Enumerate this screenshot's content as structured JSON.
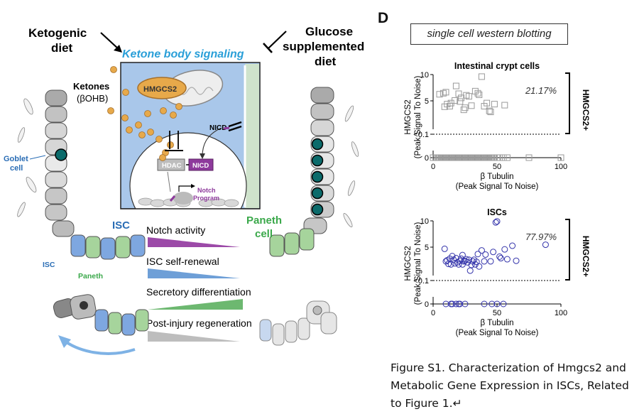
{
  "left": {
    "ketogenic": [
      "Ketogenic",
      "diet"
    ],
    "ketone_signaling": "Ketone body signaling",
    "glucose": [
      "Glucose",
      "supplemented",
      "diet"
    ],
    "ketones": [
      "Ketones",
      "(βOHB)"
    ],
    "hmgcs2": "HMGCS2",
    "nicd_cyto": "NICD",
    "hdac": "HDAC",
    "nicd_nuc": "NICD",
    "notch_program": [
      "Notch",
      "Program"
    ],
    "goblet": [
      "Goblet",
      "cell"
    ],
    "isc_big": "ISC",
    "isc_small": "ISC",
    "paneth_small": "Paneth",
    "paneth_big": [
      "Paneth",
      "cell"
    ],
    "gradients": [
      "Notch activity",
      "ISC self-renewal",
      "Secretory differentiation",
      "Post-injury regeneration"
    ],
    "colors": {
      "blue": "#2a9fd8",
      "purple": "#8e3a9c",
      "isc_blue": "#2a6db5",
      "green": "#3aa84a",
      "grey": "#aaaaaa"
    }
  },
  "panel_label": "D",
  "method_box": "single cell western blotting",
  "chart_data": [
    {
      "type": "scatter",
      "title": "Intestinal crypt cells",
      "xlabel": "β Tubulin (Peak Signal To Noise)",
      "ylabel": "HMGCS2 (Peak Signal To Noise)",
      "xlim": [
        0,
        100
      ],
      "xticks": [
        "0",
        "50",
        "100"
      ],
      "yticks": [
        "10",
        "5",
        "<0.1",
        "0"
      ],
      "annotation": "21.17%",
      "bracket_label": "HMGCS2+",
      "marker": "square",
      "color": "#9a9a9a",
      "points": [
        [
          5,
          6.2
        ],
        [
          8,
          6.4
        ],
        [
          9,
          3.8
        ],
        [
          13,
          3.9
        ],
        [
          14,
          4.5
        ],
        [
          11,
          4.3
        ],
        [
          18,
          7.8
        ],
        [
          20,
          6.3
        ],
        [
          22,
          5.5
        ],
        [
          24,
          3.2
        ],
        [
          26,
          6.0
        ],
        [
          28,
          5.8
        ],
        [
          30,
          4.0
        ],
        [
          33,
          6.8
        ],
        [
          36,
          6.1
        ],
        [
          38,
          9.6
        ],
        [
          40,
          3.9
        ],
        [
          42,
          4.5
        ],
        [
          44,
          3.0
        ],
        [
          45,
          2.8
        ],
        [
          48,
          4.3
        ],
        [
          56,
          4.1
        ],
        [
          35,
          6.4
        ],
        [
          17,
          5.0
        ],
        [
          21,
          4.8
        ],
        [
          10,
          6.6
        ],
        [
          25,
          3.6
        ]
      ],
      "zero_points": [
        0,
        2,
        3,
        4,
        5,
        6,
        7,
        8,
        9,
        10,
        11,
        12,
        13,
        14,
        15,
        16,
        17,
        18,
        19,
        20,
        21,
        22,
        23,
        24,
        25,
        26,
        27,
        28,
        29,
        30,
        31,
        32,
        33,
        34,
        35,
        36,
        37,
        38,
        39,
        40,
        41,
        42,
        43,
        44,
        45,
        46,
        47,
        48,
        50,
        52,
        55,
        58,
        75,
        100
      ]
    },
    {
      "type": "scatter",
      "title": "ISCs",
      "xlabel": "β Tubulin (Peak Signal To Noise)",
      "ylabel": "HMGCS2 (Peak Signal To Noise)",
      "xlim": [
        0,
        100
      ],
      "xticks": [
        "0",
        "50",
        "100"
      ],
      "yticks": [
        "10",
        "5",
        "<0.1",
        "0"
      ],
      "annotation": "77.97%",
      "bracket_label": "HMGCS2+",
      "marker": "circle",
      "color": "#3333aa",
      "points": [
        [
          9,
          4.6
        ],
        [
          10,
          2.2
        ],
        [
          11,
          2.4
        ],
        [
          12,
          1.7
        ],
        [
          13,
          2.7
        ],
        [
          14,
          1.6
        ],
        [
          15,
          3.2
        ],
        [
          16,
          2.5
        ],
        [
          17,
          1.8
        ],
        [
          18,
          2.8
        ],
        [
          19,
          2.0
        ],
        [
          20,
          1.6
        ],
        [
          21,
          2.3
        ],
        [
          22,
          2.7
        ],
        [
          23,
          1.6
        ],
        [
          24,
          2.2
        ],
        [
          25,
          2.3
        ],
        [
          26,
          2.6
        ],
        [
          27,
          2.0
        ],
        [
          28,
          2.5
        ],
        [
          30,
          1.5
        ],
        [
          31,
          2.2
        ],
        [
          32,
          2.5
        ],
        [
          33,
          1.6
        ],
        [
          35,
          3.6
        ],
        [
          36,
          1.2
        ],
        [
          38,
          4.3
        ],
        [
          40,
          2.2
        ],
        [
          41,
          3.5
        ],
        [
          45,
          2.2
        ],
        [
          47,
          4.0
        ],
        [
          50,
          9.9
        ],
        [
          52,
          3.1
        ],
        [
          53,
          2.8
        ],
        [
          56,
          4.5
        ],
        [
          58,
          2.6
        ],
        [
          62,
          5.2
        ],
        [
          65,
          2.3
        ],
        [
          88,
          5.4
        ],
        [
          29,
          0.4
        ],
        [
          49,
          9.7
        ],
        [
          23,
          3.4
        ],
        [
          34,
          2.1
        ]
      ],
      "zero_points": [
        10,
        14,
        15,
        18,
        20,
        21,
        25,
        40,
        46,
        50,
        55
      ]
    }
  ],
  "caption": [
    "Figure S1. Characterization of Hmgcs2  and",
    "Metabolic Gene Expression in ISCs, Related",
    "to Figure 1.↵"
  ]
}
